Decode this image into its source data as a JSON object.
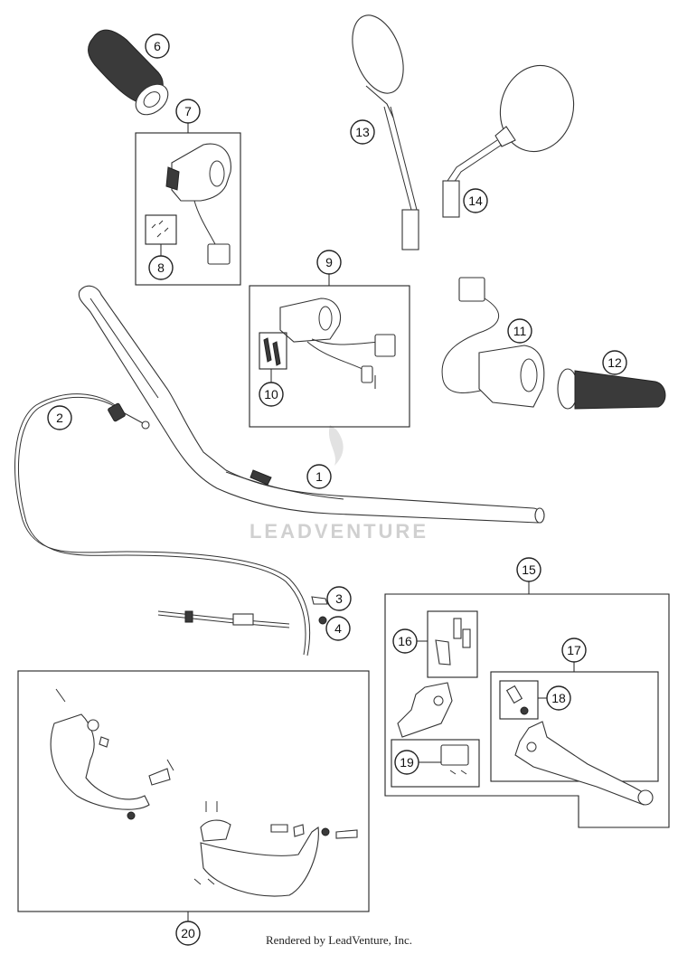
{
  "diagram": {
    "watermark": "LEADVENTURE",
    "footer": "Rendered by LeadVenture, Inc.",
    "callouts": [
      {
        "label": "1"
      },
      {
        "label": "2"
      },
      {
        "label": "3"
      },
      {
        "label": "4"
      },
      {
        "label": "6"
      },
      {
        "label": "7"
      },
      {
        "label": "8"
      },
      {
        "label": "9"
      },
      {
        "label": "10"
      },
      {
        "label": "11"
      },
      {
        "label": "12"
      },
      {
        "label": "13"
      },
      {
        "label": "14"
      },
      {
        "label": "15"
      },
      {
        "label": "16"
      },
      {
        "label": "17"
      },
      {
        "label": "18"
      },
      {
        "label": "19"
      },
      {
        "label": "20"
      }
    ]
  }
}
